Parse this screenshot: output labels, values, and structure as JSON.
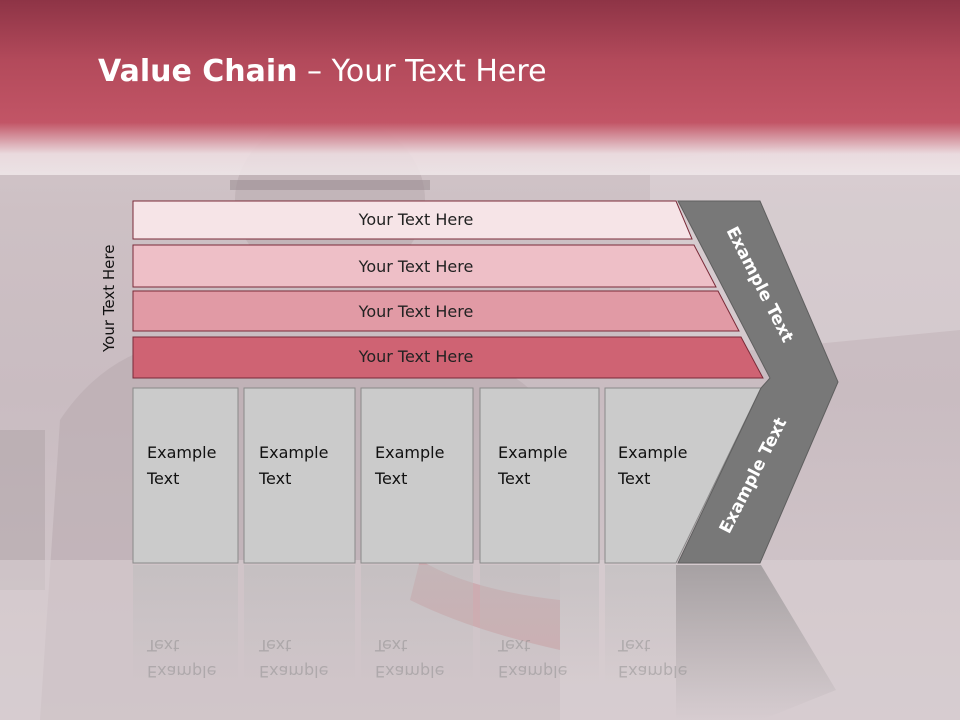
{
  "slide": {
    "title_bold": "Value Chain",
    "title_rest": " – Your Text Here",
    "vertical_label": "Your Text Here"
  },
  "rows": [
    {
      "label": "Your Text Here",
      "color": "#f6e4e7"
    },
    {
      "label": "Your Text Here",
      "color": "#eebfc7"
    },
    {
      "label": "Your Text Here",
      "color": "#e19aa5"
    },
    {
      "label": "Your Text Here",
      "color": "#cf6373"
    }
  ],
  "boxes": [
    {
      "line1": "Example",
      "line2": "Text"
    },
    {
      "line1": "Example",
      "line2": "Text"
    },
    {
      "line1": "Example",
      "line2": "Text"
    },
    {
      "line1": "Example",
      "line2": "Text"
    },
    {
      "line1": "Example",
      "line2": "Text"
    }
  ],
  "arrow": {
    "upper_text": "Example Text",
    "lower_text": "Example Text",
    "color": "#787878"
  },
  "colors": {
    "title_band": "#b34a5b",
    "box_fill": "#cbcbcb"
  }
}
